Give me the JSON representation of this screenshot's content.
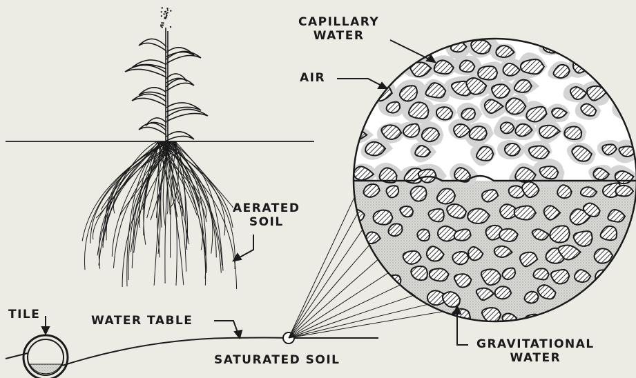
{
  "labels": {
    "capillary_water": [
      "CAPILLARY",
      "WATER"
    ],
    "air": "AIR",
    "aerated_soil": [
      "AERATED",
      "SOIL"
    ],
    "tile": "TILE",
    "water_table": "WATER TABLE",
    "saturated_soil": "SATURATED SOIL",
    "gravitational_water": [
      "GRAVITATIONAL",
      "WATER"
    ]
  },
  "colors": {
    "background": "#ecebe4",
    "ink": "#1a1a1a",
    "stipple": "#cfcfcf",
    "capillary_film": "#d4d4d4"
  }
}
